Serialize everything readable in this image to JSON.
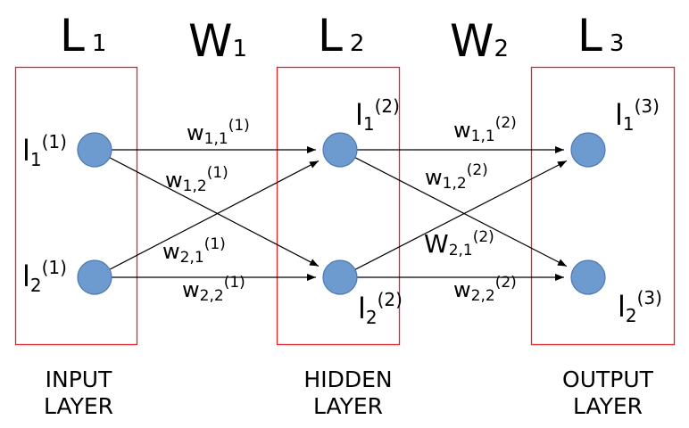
{
  "diagram": {
    "title": "Feed-forward neural network with 3 layers",
    "colors": {
      "box_stroke": "#e0222b",
      "node_fill": "#6d9bcf",
      "node_stroke": "#4f79ad",
      "edge": "#000000",
      "text": "#000000"
    },
    "layers": [
      {
        "id": "L1",
        "title_main": "L",
        "title_sub": "1",
        "caption_line1": "INPUT",
        "caption_line2": "LAYER",
        "nodes": [
          {
            "id": "n11",
            "label_main": "l",
            "label_sub": "1",
            "label_sup": "(1)"
          },
          {
            "id": "n12",
            "label_main": "l",
            "label_sub": "2",
            "label_sup": "(1)"
          }
        ]
      },
      {
        "id": "L2",
        "title_main": "L",
        "title_sub": "2",
        "caption_line1": "HIDDEN",
        "caption_line2": "LAYER",
        "nodes": [
          {
            "id": "n21",
            "label_main": "l",
            "label_sub": "1",
            "label_sup": "(2)"
          },
          {
            "id": "n22",
            "label_main": "l",
            "label_sub": "2",
            "label_sup": "(2)"
          }
        ]
      },
      {
        "id": "L3",
        "title_main": "L",
        "title_sub": "3",
        "caption_line1": "OUTPUT",
        "caption_line2": "LAYER",
        "nodes": [
          {
            "id": "n31",
            "label_main": "l",
            "label_sub": "1",
            "label_sup": "(3)"
          },
          {
            "id": "n32",
            "label_main": "l",
            "label_sub": "2",
            "label_sup": "(3)"
          }
        ]
      }
    ],
    "weight_matrices": [
      {
        "id": "W1",
        "main": "W",
        "sub": "1"
      },
      {
        "id": "W2",
        "main": "W",
        "sub": "2"
      }
    ],
    "edges": [
      {
        "from": "n11",
        "to": "n21",
        "label_main": "w",
        "label_sub": "1,1",
        "label_sup": "(1)"
      },
      {
        "from": "n11",
        "to": "n22",
        "label_main": "w",
        "label_sub": "1,2",
        "label_sup": "(1)"
      },
      {
        "from": "n12",
        "to": "n21",
        "label_main": "w",
        "label_sub": "2,1",
        "label_sup": "(1)"
      },
      {
        "from": "n12",
        "to": "n22",
        "label_main": "w",
        "label_sub": "2,2",
        "label_sup": "(1)"
      },
      {
        "from": "n21",
        "to": "n31",
        "label_main": "w",
        "label_sub": "1,1",
        "label_sup": "(2)"
      },
      {
        "from": "n21",
        "to": "n32",
        "label_main": "w",
        "label_sub": "1,2",
        "label_sup": "(2)"
      },
      {
        "from": "n22",
        "to": "n31",
        "label_main": "W",
        "label_sub": "2,1",
        "label_sup": "(2)"
      },
      {
        "from": "n22",
        "to": "n32",
        "label_main": "w",
        "label_sub": "2,2",
        "label_sup": "(2)"
      }
    ]
  }
}
